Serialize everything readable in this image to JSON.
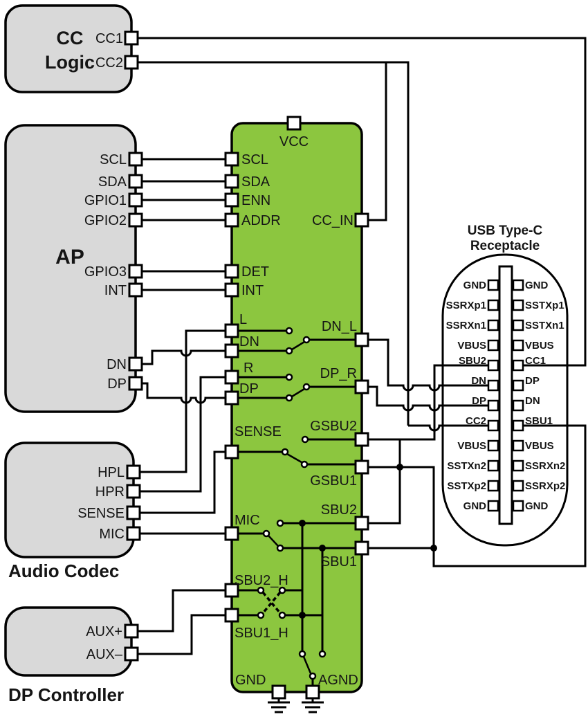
{
  "colors": {
    "block_fill": "#d9d9d9",
    "mux_fill": "#8cc63f",
    "wire": "#000000",
    "text": "#151515"
  },
  "cc_logic": {
    "title_line1": "CC",
    "title_line2": "Logic",
    "pins": {
      "cc1": "CC1",
      "cc2": "CC2"
    }
  },
  "ap": {
    "title": "AP",
    "pins": {
      "scl": "SCL",
      "sda": "SDA",
      "gpio1": "GPIO1",
      "gpio2": "GPIO2",
      "gpio3": "GPIO3",
      "int": "INT",
      "dn": "DN",
      "dp": "DP"
    }
  },
  "audio_codec": {
    "title": "Audio Codec",
    "pins": {
      "hpl": "HPL",
      "hpr": "HPR",
      "sense": "SENSE",
      "mic": "MIC"
    }
  },
  "dp_controller": {
    "title": "DP Controller",
    "pins": {
      "aux_plus": "AUX+",
      "aux_minus": "AUX–"
    }
  },
  "mux": {
    "pins": {
      "vcc": "VCC",
      "scl": "SCL",
      "sda": "SDA",
      "enn": "ENN",
      "addr": "ADDR",
      "cc_in": "CC_IN",
      "det": "DET",
      "int": "INT",
      "l": "L",
      "dn": "DN",
      "r": "R",
      "dp": "DP",
      "sense": "SENSE",
      "mic": "MIC",
      "sbu2_h": "SBU2_H",
      "sbu1_h": "SBU1_H",
      "gnd": "GND",
      "agnd": "AGND",
      "dn_l": "DN_L",
      "dp_r": "DP_R",
      "gsbu2": "GSBU2",
      "gsbu1": "GSBU1",
      "sbu2": "SBU2",
      "sbu1": "SBU1"
    }
  },
  "receptacle": {
    "title_line1": "USB Type-C",
    "title_line2": "Receptacle",
    "left_pins": [
      "GND",
      "SSRXp1",
      "SSRXn1",
      "VBUS",
      "SBU2",
      "DN",
      "DP",
      "CC2",
      "VBUS",
      "SSTXn2",
      "SSTXp2",
      "GND"
    ],
    "right_pins": [
      "GND",
      "SSTXp1",
      "SSTXn1",
      "VBUS",
      "CC1",
      "DP",
      "DN",
      "SBU1",
      "VBUS",
      "SSRXn2",
      "SSRXp2",
      "GND"
    ]
  }
}
